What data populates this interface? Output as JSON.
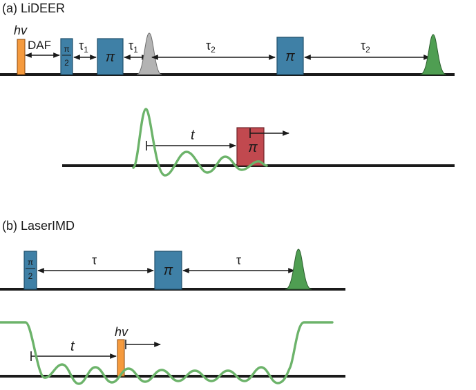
{
  "panel_a": {
    "title": "(a) LiDEER",
    "hv": "hv",
    "daf": "DAF",
    "half_pi_top": "π",
    "half_pi_bottom": "2",
    "tau1": "τ",
    "tau1_sub": "1",
    "tau2": "τ",
    "tau2_sub": "2",
    "pi": "π",
    "t": "t"
  },
  "panel_b": {
    "title": "(b) LaserIMD",
    "half_pi_top": "π",
    "half_pi_bottom": "2",
    "tau": "τ",
    "pi": "π",
    "t": "t",
    "hv": "hv"
  },
  "colors": {
    "pulse_blue": "#3f80a6",
    "pulse_red": "#c1494f",
    "laser_orange": "#f59a3d",
    "echo_green": "#4f9e52",
    "echo_gray": "#b3b3b3",
    "signal_green": "#6cb36a"
  }
}
